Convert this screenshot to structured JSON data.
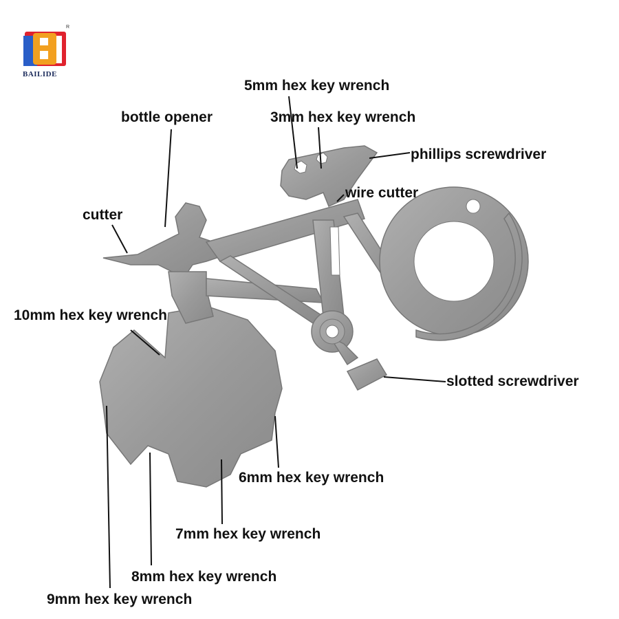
{
  "brand": {
    "name": "BAILIDE",
    "registered_mark": "R",
    "colors": {
      "blue": "#2a5ec8",
      "orange": "#f2a020",
      "red": "#e0222e"
    }
  },
  "product": {
    "metal_color": "#9c9c9c"
  },
  "labels": {
    "hex5": "5mm hex key wrench",
    "bottle_opener": "bottle opener",
    "hex3": "3mm hex key wrench",
    "phillips": "phillips screwdriver",
    "wire_cutter": "wire cutter",
    "cutter": "cutter",
    "hex10": "10mm hex key wrench",
    "slotted": "slotted screwdriver",
    "hex6": "6mm hex key wrench",
    "hex7": "7mm hex key wrench",
    "hex8": "8mm hex key wrench",
    "hex9": "9mm hex key wrench"
  }
}
